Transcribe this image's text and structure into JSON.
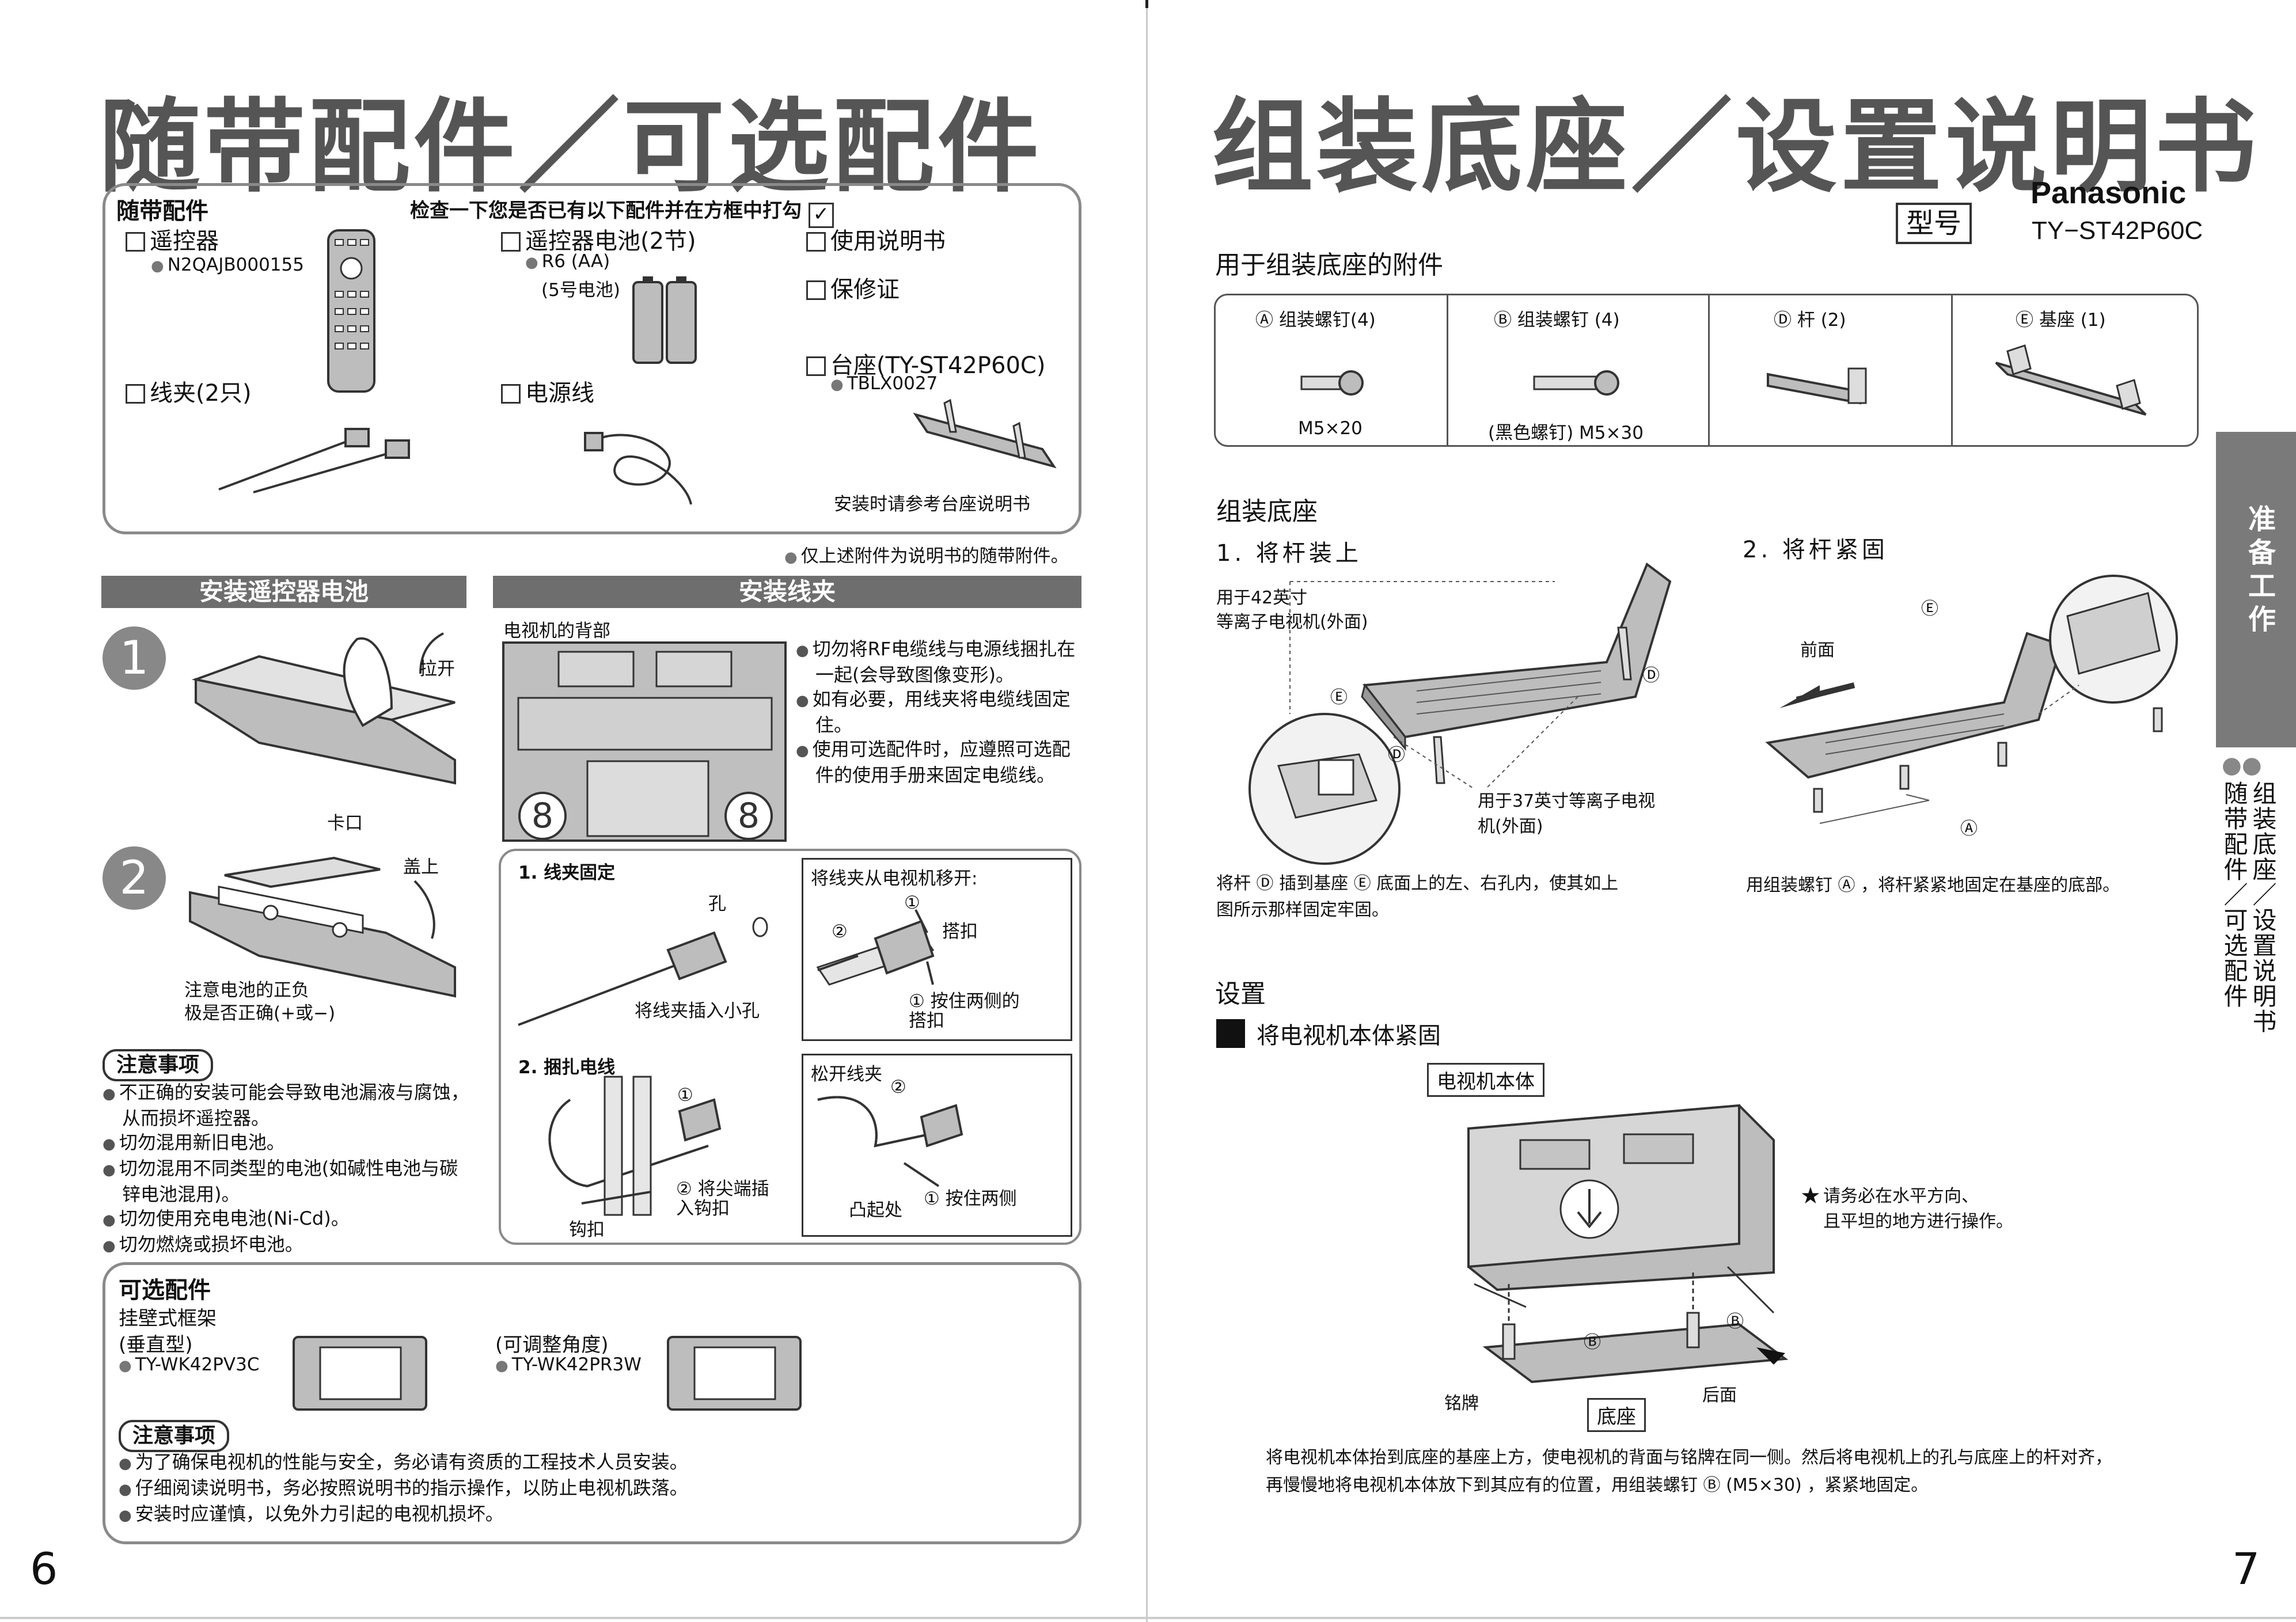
{
  "left": {
    "title": "随带配件／可选配件",
    "supplied": {
      "heading": "随带配件",
      "check_note": "检查一下您是否已有以下配件并在方框中打勾",
      "remote": {
        "label": "遥控器",
        "code": "N2QAJB000155"
      },
      "batteries": {
        "label": "遥控器电池(2节)",
        "spec1": "R6 (AA)",
        "spec2": "(5号电池)"
      },
      "manual": {
        "label": "使用说明书"
      },
      "warranty": {
        "label": "保修证"
      },
      "stand": {
        "label": "台座(TY-ST42P60C)",
        "code": "TBLX0027",
        "note": "安装时请参考台座说明书"
      },
      "clamp": {
        "label": "线夹(2只)"
      },
      "power_cord": {
        "label": "电源线"
      },
      "footnote": "仅上述附件为说明书的随带附件。"
    },
    "battery_section": {
      "bar": "安装遥控器电池",
      "step1": "1",
      "step2": "2",
      "pull": "拉开",
      "hook": "卡口",
      "close": "盖上",
      "polarity": "注意电池的正负\n极是否正确(+或−)",
      "caution_title": "注意事项",
      "cautions": [
        "不正确的安装可能会导致电池漏液与腐蚀，从而损坏遥控器。",
        "切勿混用新旧电池。",
        "切勿混用不同类型的电池(如碱性电池与碳锌电池混用)。",
        "切勿使用充电电池(Ni-Cd)。",
        "切勿燃烧或损坏电池。"
      ]
    },
    "clamp_section": {
      "bar": "安装线夹",
      "tv_back": "电视机的背部",
      "notes": [
        "切勿将RF电缆线与电源线捆扎在一起(会导致图像变形)。",
        "如有必要，用线夹将电缆线固定住。",
        "使用可选配件时，应遵照可选配件的使用手册来固定电缆线。"
      ],
      "fix_title": "1. 线夹固定",
      "hole": "孔",
      "insert": "将线夹插入小孔",
      "remove_title": "将线夹从电视机移开:",
      "hook_label": "搭扣",
      "press_both": "按住两侧的\n搭扣",
      "bundle_title": "2. 捆扎电线",
      "tip_insert": "将尖端插\n入钩扣",
      "hook2": "钩扣",
      "release": "松开线夹",
      "bump": "凸起处",
      "press2": "按住两侧",
      "c1": "①",
      "c2": "②"
    },
    "optional": {
      "heading": "可选配件",
      "wall_mount": "挂壁式框架",
      "vertical": "(垂直型)",
      "vertical_code": "TY-WK42PV3C",
      "adjustable": "(可调整角度)",
      "adjustable_code": "TY-WK42PR3W",
      "caution_title": "注意事项",
      "cautions": [
        "为了确保电视机的性能与安全，务必请有资质的工程技术人员安装。",
        "仔细阅读说明书，务必按照说明书的指示操作，以防止电视机跌落。",
        "安装时应谨慎，以免外力引起的电视机损坏。"
      ]
    },
    "page_number": "6"
  },
  "right": {
    "title": "组装底座／设置说明书",
    "model_label": "型号",
    "brand": "Panasonic",
    "model": "TY−ST42P60C",
    "parts_title": "用于组装底座的附件",
    "parts": [
      {
        "name": "Ⓐ 组装螺钉(4)",
        "spec": "M5×20"
      },
      {
        "name": "Ⓑ 组装螺钉 (4)",
        "spec": "(黑色螺钉) M5×30"
      },
      {
        "name": "Ⓓ 杆 (2)",
        "spec": ""
      },
      {
        "name": "Ⓔ 基座 (1)",
        "spec": ""
      }
    ],
    "assembly_title": "组装底座",
    "step1_title": "1. 将杆装上",
    "step2_title": "2. 将杆紧固",
    "for42": "用于42英寸\n等离子电视机(外面)",
    "for37": "用于37英寸等离子电视\n机(外面)",
    "front": "前面",
    "labelA": "Ⓐ",
    "labelB": "Ⓑ",
    "labelD": "Ⓓ",
    "labelE": "Ⓔ",
    "step1_desc": "将杆 Ⓓ 插到基座 Ⓔ 底面上的左、右孔内，使其如上\n图所示那样固定牢固。",
    "step2_desc": "用组装螺钉 Ⓐ ，将杆紧紧地固定在基座的底部。",
    "setup_title": "设置",
    "fasten_title": "将电视机本体紧固",
    "tv_body": "电视机本体",
    "note_star": "★",
    "note_level": "请务必在水平方向、\n且平坦的地方进行操作。",
    "nameplate": "铭牌",
    "base": "底座",
    "rear": "后面",
    "setup_desc": "将电视机本体抬到底座的基座上方，使电视机的背面与铭牌在同一侧。然后将电视机上的孔与底座上的杆对齐，\n再慢慢地将电视机本体放下到其应有的位置，用组装螺钉 Ⓑ (M5×30) ，紧紧地固定。",
    "side_tab": "准备工作",
    "side_dots": "●●",
    "side_text": "随带配件／可选配件",
    "side_text2": "组装底座／设置说明书",
    "page_number": "7"
  }
}
